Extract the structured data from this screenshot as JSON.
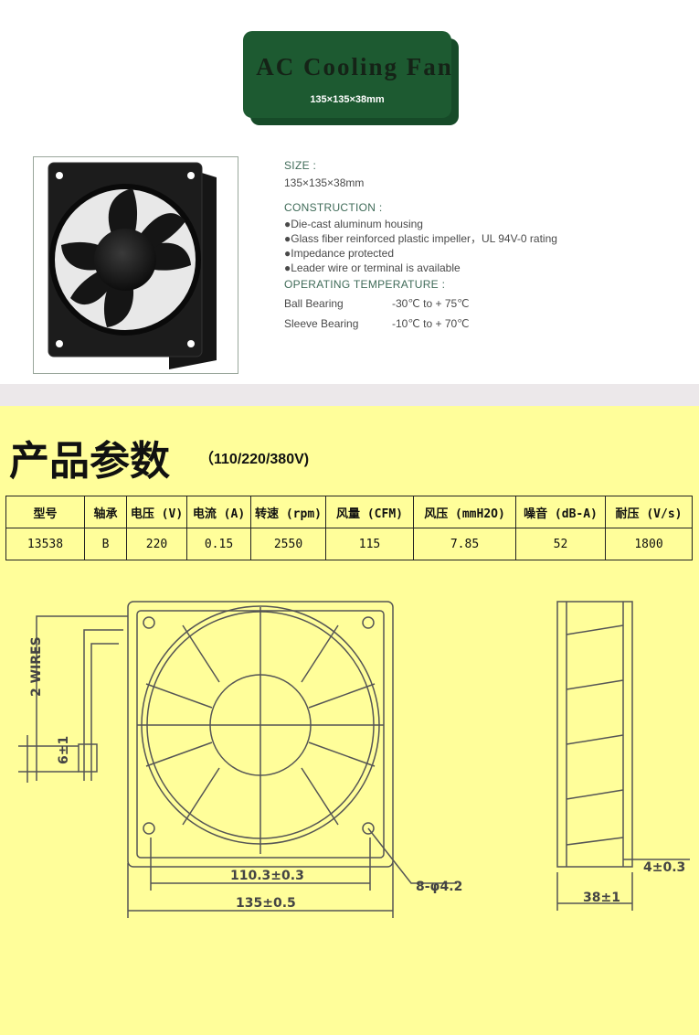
{
  "banner": {
    "title": "AC Cooling Fan",
    "subtitle": "135×135×38mm"
  },
  "specs": {
    "size_head": "SIZE :",
    "size_value": "135×135×38mm",
    "construction_head": "CONSTRUCTION :",
    "construction_items": [
      "●Die-cast aluminum housing",
      "●Glass fiber reinforced plastic impeller，UL 94V-0 rating",
      "●Impedance protected",
      "●Leader wire or terminal is available"
    ],
    "temperature_head": "OPERATING TEMPERATURE :",
    "temperature_rows": [
      {
        "name": "Ball Bearing",
        "range": "-30℃ to + 75℃"
      },
      {
        "name": "Sleeve Bearing",
        "range": "-10℃ to + 70℃"
      }
    ]
  },
  "params": {
    "title": "产品参数",
    "voltages": "（110/220/380V)",
    "headers": [
      "型号",
      "轴承",
      "电压 (V)",
      "电流 (A)",
      "转速 (rpm)",
      "风量 (CFM)",
      "风压 (mmH2O)",
      "噪音 (dB-A)",
      "耐压 (V/s)"
    ],
    "row": [
      "13538",
      "B",
      "220",
      "0.15",
      "2550",
      "115",
      "7.85",
      "52",
      "1800"
    ]
  },
  "drawing": {
    "wires_label": "2 WIRES",
    "wire_tol": "6±1",
    "inner_dim": "110.3±0.3",
    "outer_dim": "135±0.5",
    "holes": "8-φ4.2",
    "depth": "38±1",
    "flange": "4±0.3"
  },
  "colors": {
    "banner": "#1d5a31",
    "yellow": "#fffe9a",
    "spec_head": "#3f6b58"
  }
}
